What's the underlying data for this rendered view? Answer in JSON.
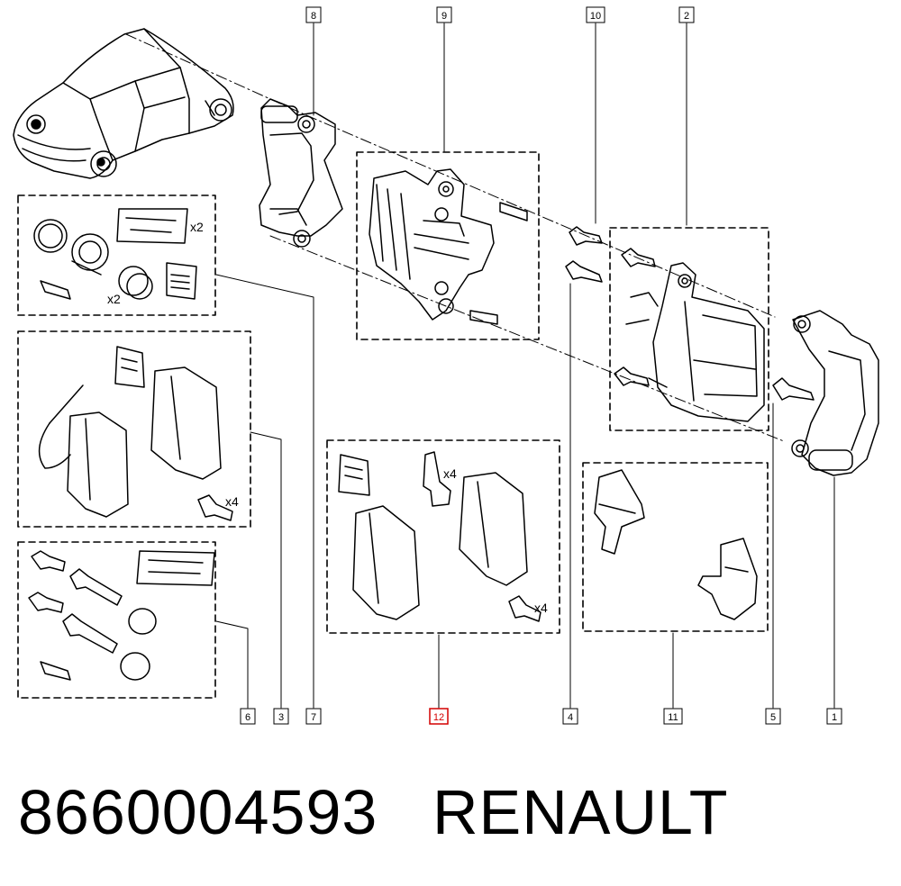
{
  "callouts": {
    "c1": "1",
    "c2": "2",
    "c3": "3",
    "c4": "4",
    "c5": "5",
    "c6": "6",
    "c7": "7",
    "c8": "8",
    "c9": "9",
    "c10": "10",
    "c11": "11",
    "c12": "12"
  },
  "highlighted_callout": "12",
  "quantities": {
    "kit2_seals": "x2",
    "kit2_boots": "x2",
    "kit3_bolts": "x4",
    "kit12_clips": "x4",
    "kit12_bolts": "x4"
  },
  "caption": {
    "part_number": "8660004593",
    "brand": "RENAULT"
  },
  "colors": {
    "line": "#000000",
    "highlight": "#d40000",
    "background": "#ffffff"
  }
}
